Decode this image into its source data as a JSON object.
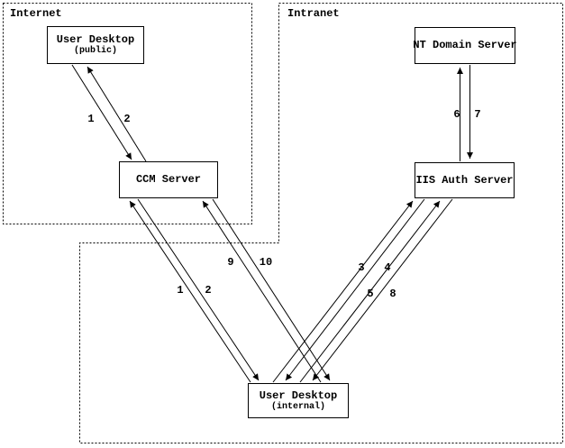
{
  "diagram": {
    "zones": {
      "internet": {
        "label": "Internet"
      },
      "intranet": {
        "label": "Intranet"
      }
    },
    "nodes": {
      "user_desktop_public": {
        "title": "User Desktop",
        "subtitle": "(public)"
      },
      "ccm_server": {
        "title": "CCM Server"
      },
      "nt_domain_server": {
        "title": "NT Domain Server"
      },
      "iis_auth_server": {
        "title": "IIS Auth Server"
      },
      "user_desktop_internal": {
        "title": "User Desktop",
        "subtitle": "(internal)"
      }
    },
    "flow_labels": {
      "public_to_ccm": "1",
      "ccm_to_public": "2",
      "internal_to_ccm": "1",
      "ccm_to_internal": "2",
      "internal_to_iis_req": "3",
      "iis_to_internal_resp": "4",
      "internal_to_iis_cred": "5",
      "iis_to_nt": "6",
      "nt_to_iis": "7",
      "iis_to_internal_token": "8",
      "internal_to_ccm_final": "9",
      "ccm_to_internal_final": "10"
    },
    "colors": {
      "line": "#000000",
      "background": "#ffffff"
    }
  }
}
